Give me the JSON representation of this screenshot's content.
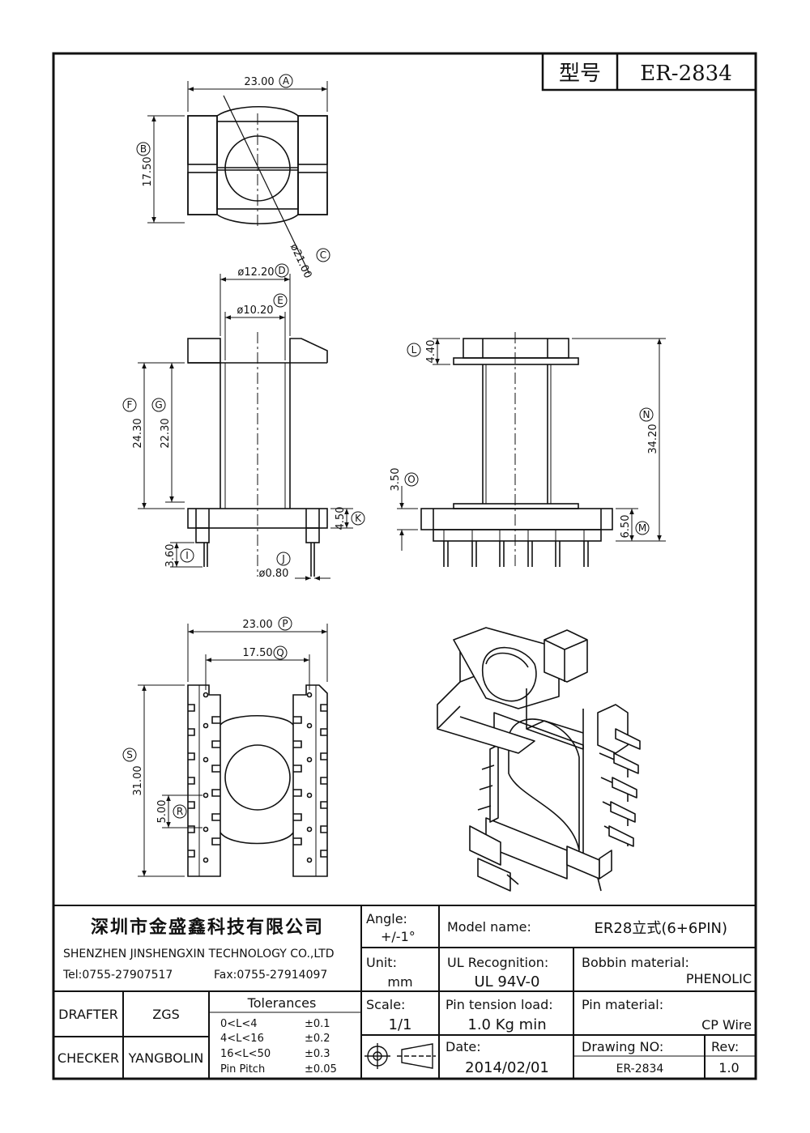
{
  "header": {
    "model_label": "型号",
    "model_value": "ER-2834"
  },
  "dimensions": {
    "A": {
      "letter": "A",
      "value": "23.00"
    },
    "B": {
      "letter": "B",
      "value": "17.50"
    },
    "C": {
      "letter": "C",
      "value": "ø21.00"
    },
    "D": {
      "letter": "D",
      "value": "ø12.20"
    },
    "E": {
      "letter": "E",
      "value": "ø10.20"
    },
    "F": {
      "letter": "F",
      "value": "24.30"
    },
    "G": {
      "letter": "G",
      "value": "22.30"
    },
    "I": {
      "letter": "I",
      "value": "3.60"
    },
    "J": {
      "letter": "J",
      "value": "ø0.80"
    },
    "K": {
      "letter": "K",
      "value": "4.50"
    },
    "L": {
      "letter": "L",
      "value": "4.40"
    },
    "M": {
      "letter": "M",
      "value": "6.50"
    },
    "N": {
      "letter": "N",
      "value": "34.20"
    },
    "O": {
      "letter": "O",
      "value": "3.50"
    },
    "P": {
      "letter": "P",
      "value": "23.00"
    },
    "Q": {
      "letter": "Q",
      "value": "17.50"
    },
    "R": {
      "letter": "R",
      "value": "5.00"
    },
    "S": {
      "letter": "S",
      "value": "31.00"
    }
  },
  "title_block": {
    "company_cn": "深圳市金盛鑫科技有限公司",
    "company_en": "SHENZHEN JINSHENGXIN TECHNOLOGY CO.,LTD",
    "tel": "Tel:0755-27907517",
    "fax": "Fax:0755-27914097",
    "angle_label": "Angle:",
    "angle_value": "+/-1°",
    "model_name_label": "Model name:",
    "model_name_value": "ER28立式(6+6PIN)",
    "unit_label": "Unit:",
    "unit_value": "mm",
    "ul_label": "UL Recognition:",
    "ul_value": "UL 94V-0",
    "bobbin_label": "Bobbin material:",
    "bobbin_value": "PHENOLIC",
    "drafter_label": "DRAFTER",
    "drafter_value": "ZGS",
    "tolerances_label": "Tolerances",
    "tolerances": [
      {
        "range": "0<L<4",
        "value": "±0.1"
      },
      {
        "range": "4<L<16",
        "value": "±0.2"
      },
      {
        "range": "16<L<50",
        "value": "±0.3"
      },
      {
        "range": "Pin Pitch",
        "value": "±0.05"
      }
    ],
    "scale_label": "Scale:",
    "scale_value": "1/1",
    "pin_tension_label": "Pin tension load:",
    "pin_tension_value": "1.0 Kg min",
    "pin_material_label": "Pin material:",
    "pin_material_value": "CP Wire",
    "checker_label": "CHECKER",
    "checker_value": "YANGBOLIN",
    "date_label": "Date:",
    "date_value": "2014/02/01",
    "drawing_no_label": "Drawing NO:",
    "drawing_no_value": "ER-2834",
    "rev_label": "Rev:",
    "rev_value": "1.0"
  }
}
